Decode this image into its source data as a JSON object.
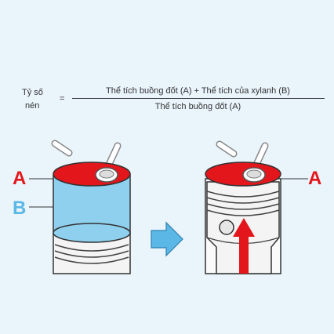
{
  "formula": {
    "ratio_label_line1": "Tỷ số",
    "ratio_label_line2": "nén",
    "equals": "=",
    "numerator": "Thể tích buồng đốt (A) + Thể tích của xylanh (B)",
    "denominator": "Thể tích buồng đốt (A)"
  },
  "labels": {
    "a_left": "A",
    "b_left": "B",
    "a_right": "A"
  },
  "colors": {
    "background": "#e9f4fb",
    "chamber_red": "#e3161c",
    "cylinder_blue": "#8fd0ef",
    "arrow_blue": "#5bb8e6",
    "letter_a": "#e3161c",
    "letter_b": "#5bb8e6"
  },
  "states": [
    {
      "name": "piston-bottom-dead-center"
    },
    {
      "name": "piston-top-dead-center"
    }
  ]
}
